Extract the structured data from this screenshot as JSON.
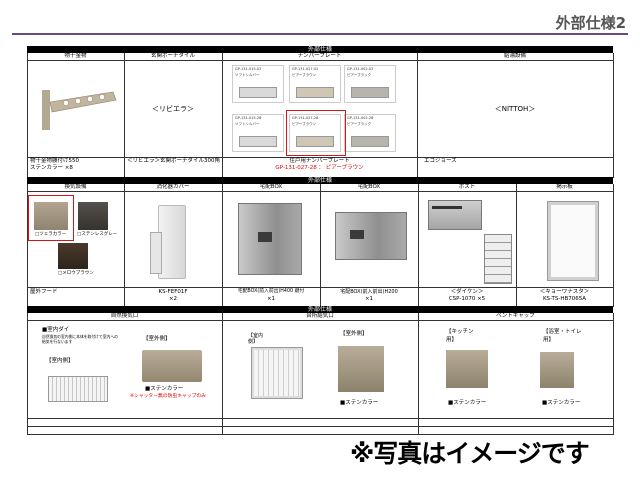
{
  "page": {
    "title": "外部仕様2",
    "accent": "#6b4a80"
  },
  "section1": {
    "header": "外部仕様",
    "columns": [
      {
        "head": "物干金物",
        "cap1": "物干金物腰付け550",
        "cap2": "ステンカラー ×8"
      },
      {
        "head": "玄関ポーチタイル",
        "body": "＜リビエラ＞",
        "cap1": "＜リビエラ＞玄関ポーチタイル300角"
      },
      {
        "head": "ナンバープレート",
        "cap1": "住戸用ナンバープレート",
        "cap2": "GP-131-027-28 ： ピアーブラウン"
      },
      {
        "head": "給湯設備",
        "body": "＜NITTOH＞",
        "cap1": "エコジョーズ"
      }
    ],
    "plates": [
      {
        "code": "GP-131-015-02",
        "color": "ソフトシルバー"
      },
      {
        "code": "GP-131-027-02",
        "color": "ピアーブラウン"
      },
      {
        "code": "GP-131-002-02",
        "color": "ピアーブラック"
      },
      {
        "code": "GP-131-015-28",
        "color": "ソフトシルバー"
      },
      {
        "code": "GP-131-027-28",
        "color": "ピアーブラウン"
      },
      {
        "code": "GP-131-002-28",
        "color": "ピアーブラック"
      }
    ]
  },
  "section2": {
    "header": "外部仕様",
    "columns": [
      {
        "head": "換気設備",
        "cap1": "屋外フード"
      },
      {
        "head": "消化器カバー",
        "cap1": "KS-FEF01F",
        "cap2": "×2"
      },
      {
        "head": "宅配BOX",
        "cap1": "宅配BOX(前入前出)H400 鍵付",
        "cap2": "×1"
      },
      {
        "head": "宅配BOX",
        "cap1": "宅配BOX(前入前出)H200",
        "cap2": "×1"
      },
      {
        "head": "ポスト",
        "cap1": "＜ダイケン＞",
        "cap2": "CSP-1070 ×5"
      },
      {
        "head": "掲示板",
        "cap1": "＜キョーワナスタ＞",
        "cap2": "KS-TS-HB7065A"
      }
    ],
    "hood_colors": [
      "□ツェラカラー",
      "□ステンレスグレー",
      "□メロウブラウン"
    ]
  },
  "section3": {
    "header": "外部仕様",
    "groups": [
      {
        "head": "自然換気口"
      },
      {
        "head": "台所給気口"
      },
      {
        "head": "ベントキャップ"
      }
    ],
    "vent1_note": "■室内ダイ",
    "vent1_desc": "自然換気の室内側に本体を取付けて室内への給気を行ないます",
    "indoor1": "【室内側】",
    "outdoor1": "【室外側】",
    "stain1": "■ステンカラー",
    "shutter_note": "※シャッター無の防虫キャップのみ",
    "indoor2": "【室内\n側】",
    "outdoor2": "【室外側】",
    "stain2": "■ステンカラー",
    "kitchen": "【キッチン\n用】",
    "stain3": "■ステンカラー",
    "bath": "【浴室・トイレ\n用】",
    "stain4": "■ステンカラー"
  },
  "disclaimer": "※写真はイメージです"
}
